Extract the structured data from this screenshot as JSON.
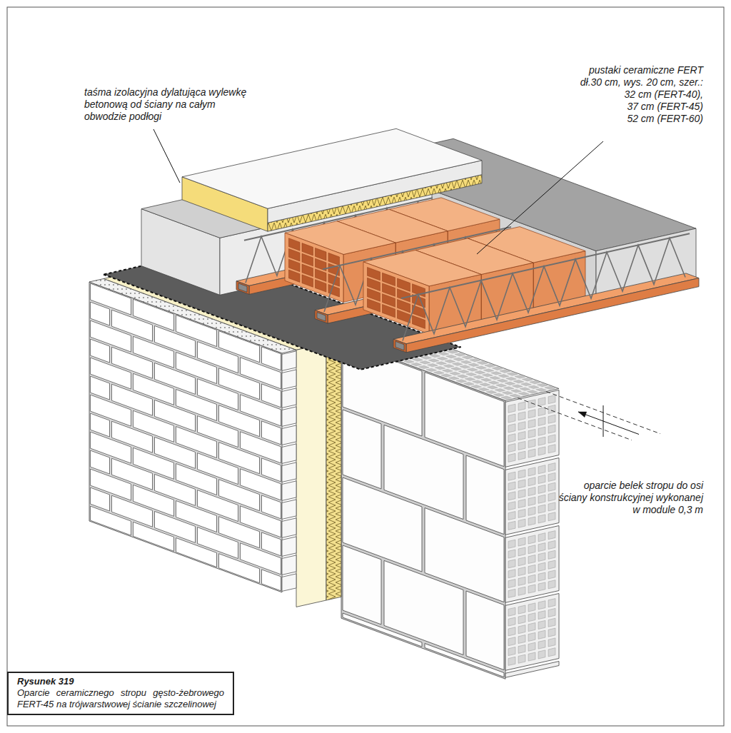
{
  "diagram": {
    "title": "Rysunek 319",
    "caption": "Oparcie ceramicznego stropu gęsto-żebrowego FERT-45 na trójwarstwowej ścianie szczelinowej",
    "labels": [
      "taśma izolacyjna dylatująca wylewkę betonową od ściany na całym obwodzie podłogi",
      "pustaki ceramiczne FERT dł.30 cm, wys. 20 cm, szer.:",
      "32 cm (FERT-40),",
      "37 cm (FERT-45)",
      "52 cm (FERT-60)",
      "oparcie belek stropu do osi ściany konstrukcyjnej wykonanej w module 0,3 m"
    ]
  }
}
